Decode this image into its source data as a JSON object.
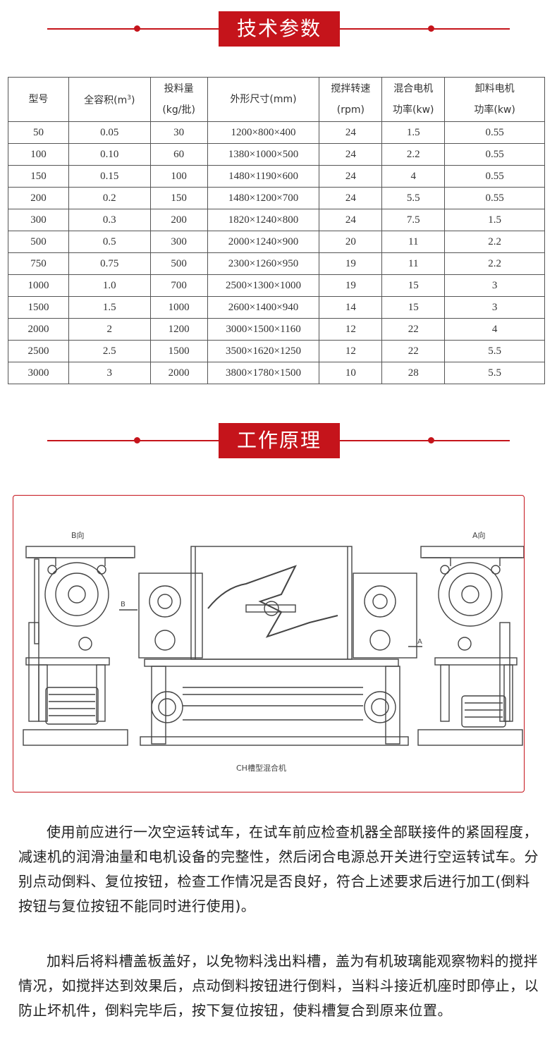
{
  "sections": {
    "params_title": "技术参数",
    "principle_title": "工作原理"
  },
  "table": {
    "headers": {
      "model": "型号",
      "volume_prefix": "全容积(m",
      "volume_sup": "3",
      "volume_suffix": ")",
      "load_1": "投料量",
      "load_2": "(kg/批)",
      "size": "外形尺寸(mm)",
      "speed_1": "搅拌转速",
      "speed_2": "(rpm)",
      "mix_1": "混合电机",
      "mix_2": "功率(kw)",
      "dis_1": "卸料电机",
      "dis_2": "功率(kw)"
    },
    "rows": [
      [
        "50",
        "0.05",
        "30",
        "1200×800×400",
        "24",
        "1.5",
        "0.55"
      ],
      [
        "100",
        "0.10",
        "60",
        "1380×1000×500",
        "24",
        "2.2",
        "0.55"
      ],
      [
        "150",
        "0.15",
        "100",
        "1480×1190×600",
        "24",
        "4",
        "0.55"
      ],
      [
        "200",
        "0.2",
        "150",
        "1480×1200×700",
        "24",
        "5.5",
        "0.55"
      ],
      [
        "300",
        "0.3",
        "200",
        "1820×1240×800",
        "24",
        "7.5",
        "1.5"
      ],
      [
        "500",
        "0.5",
        "300",
        "2000×1240×900",
        "20",
        "11",
        "2.2"
      ],
      [
        "750",
        "0.75",
        "500",
        "2300×1260×950",
        "19",
        "11",
        "2.2"
      ],
      [
        "1000",
        "1.0",
        "700",
        "2500×1300×1000",
        "19",
        "15",
        "3"
      ],
      [
        "1500",
        "1.5",
        "1000",
        "2600×1400×940",
        "14",
        "15",
        "3"
      ],
      [
        "2000",
        "2",
        "1200",
        "3000×1500×1160",
        "12",
        "22",
        "4"
      ],
      [
        "2500",
        "2.5",
        "1500",
        "3500×1620×1250",
        "12",
        "22",
        "5.5"
      ],
      [
        "3000",
        "3",
        "2000",
        "3800×1780×1500",
        "10",
        "28",
        "5.5"
      ]
    ]
  },
  "diagram": {
    "label_b": "B向",
    "label_a": "A向",
    "arrow_b": "B",
    "arrow_a": "A",
    "caption": "CH槽型混合机"
  },
  "paragraphs": [
    "使用前应进行一次空运转试车，在试车前应检查机器全部联接件的紧固程度，减速机的润滑油量和电机设备的完整性，然后闭合电源总开关进行空运转试车。分别点动倒料、复位按钮，检查工作情况是否良好，符合上述要求后进行加工(倒料按钮与复位按钮不能同时进行使用)。",
    "加料后将料槽盖板盖好，以免物料浅出料槽，盖为有机玻璃能观察物料的搅拌情况，如搅拌达到效果后，点动倒料按钮进行倒料，当料斗接近机座时即停止，以防止坏机件，倒料完毕后，按下复位按钮，使料槽复合到原来位置。"
  ]
}
